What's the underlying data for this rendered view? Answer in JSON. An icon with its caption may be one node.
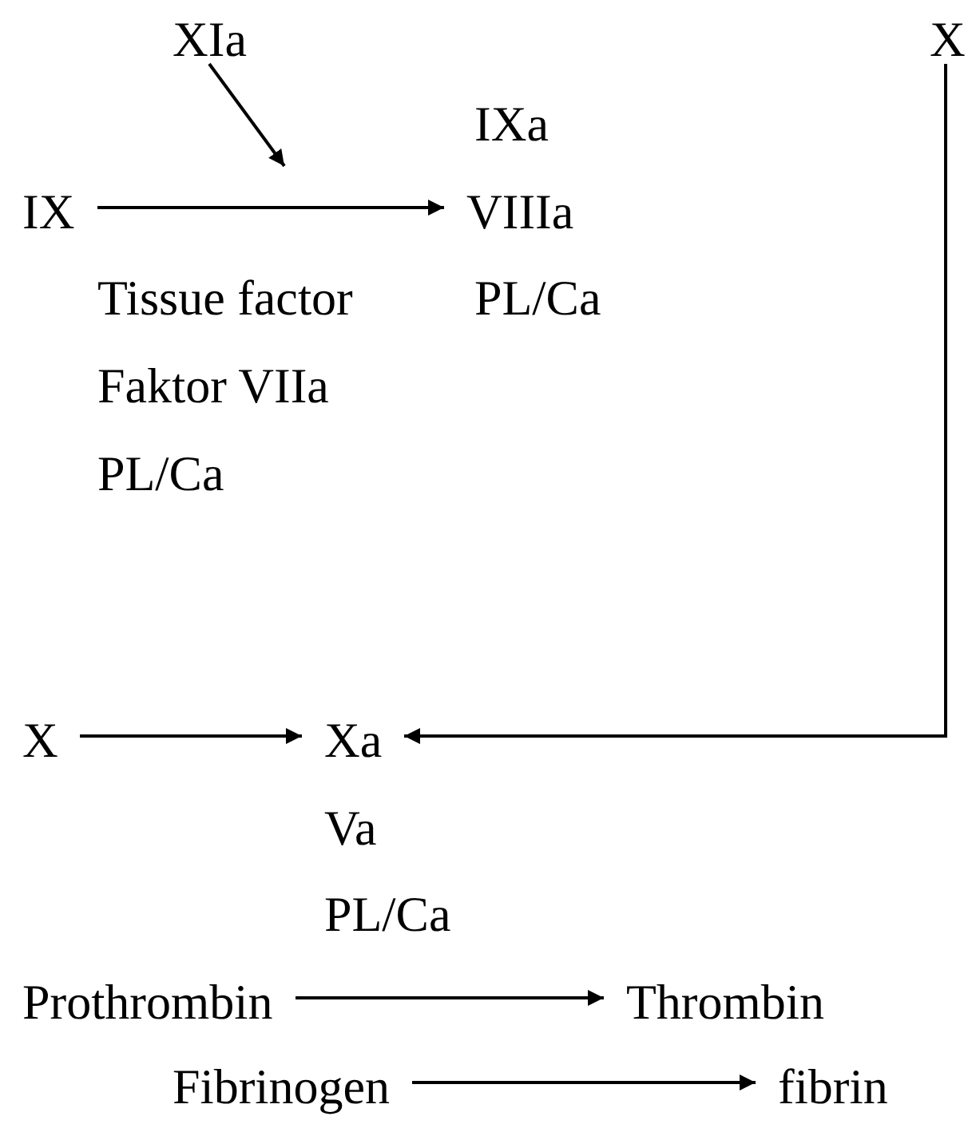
{
  "diagram": {
    "nodes": [
      {
        "text": [
          "XIa"
        ]
      },
      {
        "text": [
          "IX"
        ]
      },
      {
        "text": [
          "VIIIa"
        ]
      },
      {
        "text": [
          "X"
        ]
      },
      {
        "text": [
          "X"
        ]
      },
      {
        "text": [
          "Xa"
        ]
      },
      {
        "text": [
          "Prothrombin"
        ]
      },
      {
        "text": [
          "Thrombin"
        ]
      },
      {
        "text": [
          "Fibrinogen"
        ]
      },
      {
        "text": [
          "fibrin"
        ]
      }
    ],
    "edges": [
      {
        "from": 0,
        "to": null,
        "arrow": "to"
      },
      {
        "from": 1,
        "to": 2,
        "arrow": "to"
      },
      {
        "from": 3,
        "to": 5,
        "arrow": "to"
      },
      {
        "from": 4,
        "to": 5,
        "arrow": "to"
      },
      {
        "from": 6,
        "to": 7,
        "arrow": "to"
      },
      {
        "from": 8,
        "to": 9,
        "arrow": "to"
      }
    ],
    "labels": [
      "IXa",
      "Tissue factor",
      "PL/Ca",
      "Faktor VIIa",
      "PL/Ca",
      "Va",
      "PL/Ca"
    ]
  }
}
